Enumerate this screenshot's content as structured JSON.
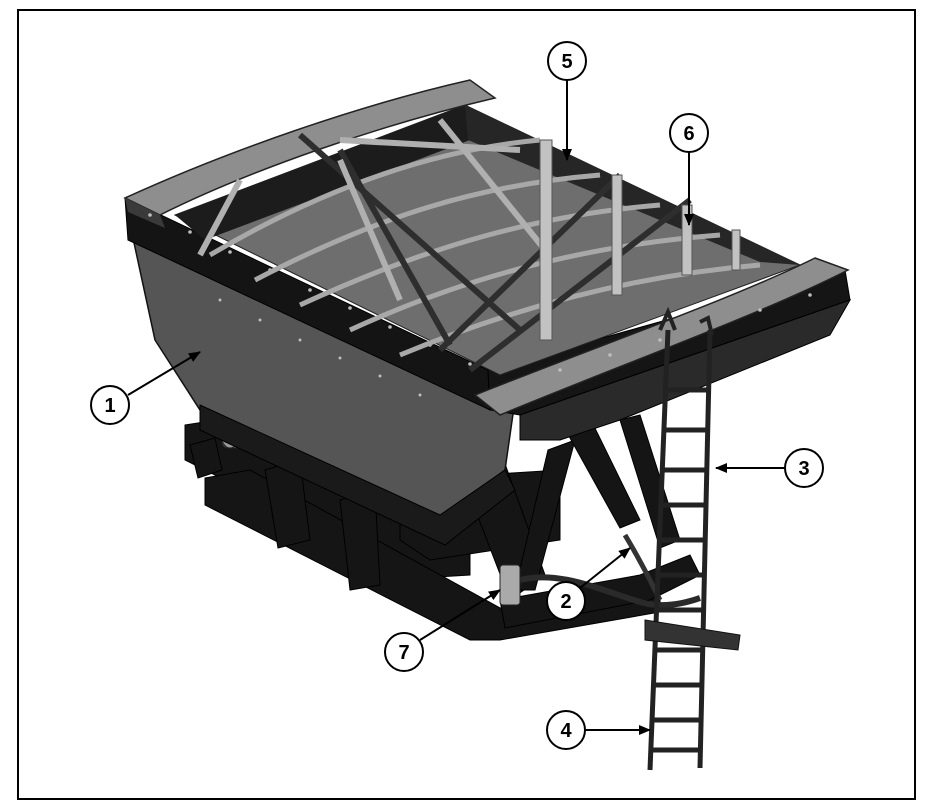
{
  "figure": {
    "border_color": "#000000",
    "hopper_dark": "#141414",
    "hopper_mid": "#5a5a5a",
    "hopper_light": "#8a8a8a",
    "interior_floor": "#6e6e6e",
    "rib_color": "#9a9a9a",
    "callouts": [
      {
        "id": "1",
        "label": "1"
      },
      {
        "id": "2",
        "label": "2"
      },
      {
        "id": "3",
        "label": "3"
      },
      {
        "id": "4",
        "label": "4"
      },
      {
        "id": "5",
        "label": "5"
      },
      {
        "id": "6",
        "label": "6"
      },
      {
        "id": "7",
        "label": "7"
      }
    ]
  }
}
